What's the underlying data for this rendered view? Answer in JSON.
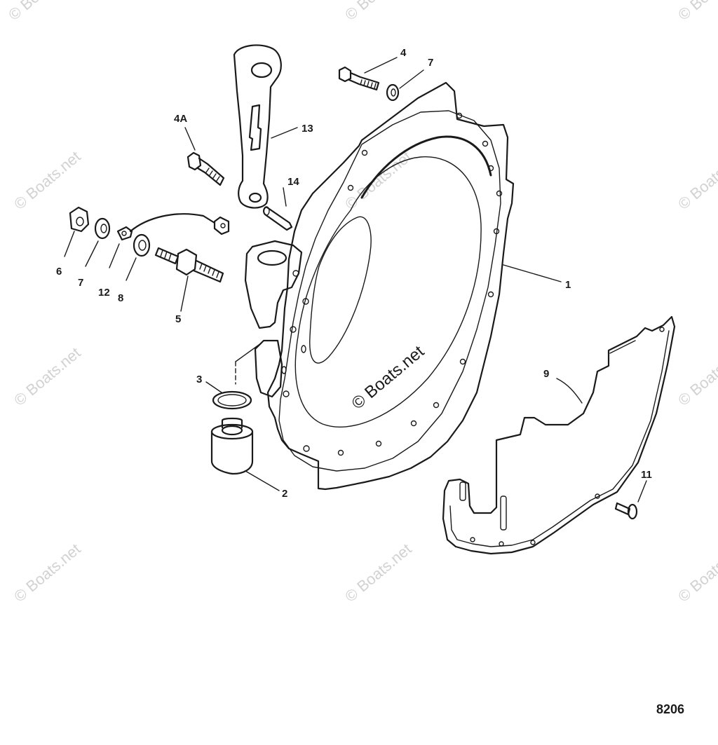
{
  "diagram": {
    "callouts": {
      "c1": "1",
      "c2": "2",
      "c3": "3",
      "c4": "4",
      "c4a": "4A",
      "c5": "5",
      "c6": "6",
      "c7_top": "7",
      "c7_left": "7",
      "c8": "8",
      "c9": "9",
      "c11": "11",
      "c12": "12",
      "c13": "13",
      "c14": "14"
    },
    "drawing_number": "8206"
  },
  "watermark": {
    "text": "© Boats.net"
  },
  "colors": {
    "ink": "#1a1a1a",
    "watermark": "#d2d2d2",
    "background": "#ffffff"
  }
}
